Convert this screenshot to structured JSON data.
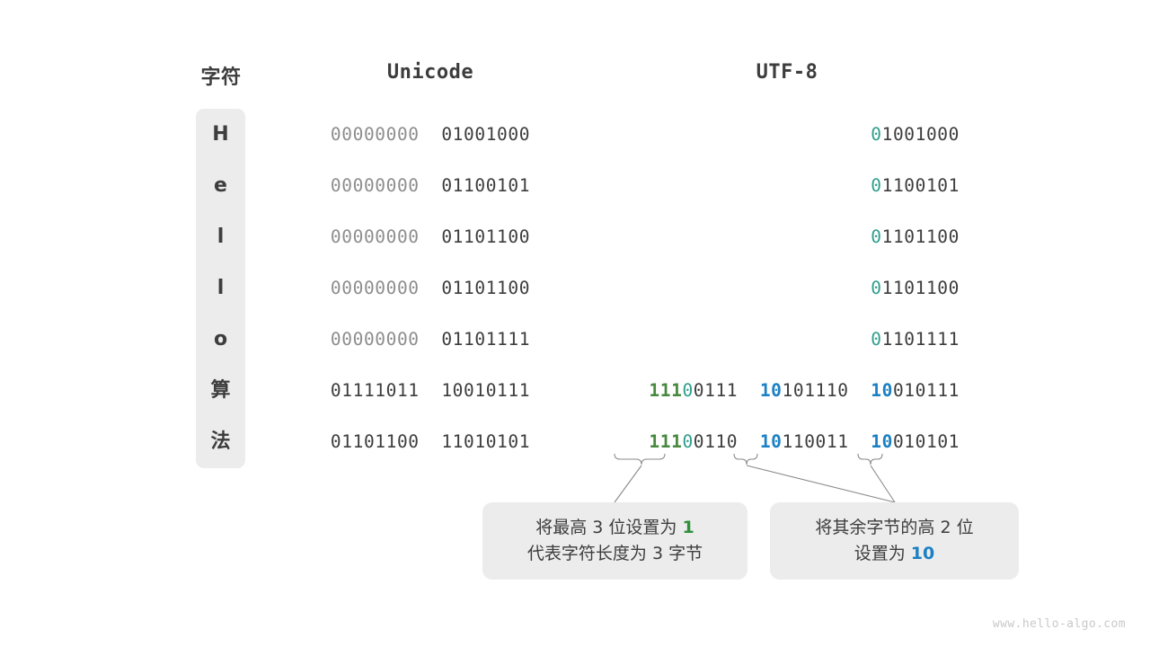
{
  "headers": {
    "character": "字符",
    "unicode": "Unicode",
    "utf8": "UTF-8"
  },
  "colors": {
    "dim": "#8d8d8d",
    "dark": "#3d3d3d",
    "teal": "#2f9e8d",
    "green": "#47883f",
    "blue": "#1b80c4",
    "pill_bg": "#ececec",
    "watermark": "#c9c9c9"
  },
  "rows": [
    {
      "char": "H",
      "unicode_high": "00000000",
      "unicode_low": "01001000",
      "utf8_bytes": [
        {
          "lead": "0",
          "lead_class": "teal",
          "rest": "1001000"
        }
      ]
    },
    {
      "char": "e",
      "unicode_high": "00000000",
      "unicode_low": "01100101",
      "utf8_bytes": [
        {
          "lead": "0",
          "lead_class": "teal",
          "rest": "1100101"
        }
      ]
    },
    {
      "char": "l",
      "unicode_high": "00000000",
      "unicode_low": "01101100",
      "utf8_bytes": [
        {
          "lead": "0",
          "lead_class": "teal",
          "rest": "1101100"
        }
      ]
    },
    {
      "char": "l",
      "unicode_high": "00000000",
      "unicode_low": "01101100",
      "utf8_bytes": [
        {
          "lead": "0",
          "lead_class": "teal",
          "rest": "1101100"
        }
      ]
    },
    {
      "char": "o",
      "unicode_high": "00000000",
      "unicode_low": "01101111",
      "utf8_bytes": [
        {
          "lead": "0",
          "lead_class": "teal",
          "rest": "1101111"
        }
      ]
    },
    {
      "char": "算",
      "unicode_high": "01111011",
      "unicode_low": "10010111",
      "utf8_bytes": [
        {
          "lead": "111",
          "lead_class": "green",
          "lead2": "0",
          "lead2_class": "teal",
          "rest": "0111"
        },
        {
          "lead": "10",
          "lead_class": "blue",
          "rest": "101110"
        },
        {
          "lead": "10",
          "lead_class": "blue",
          "rest": "010111"
        }
      ]
    },
    {
      "char": "法",
      "unicode_high": "01101100",
      "unicode_low": "11010101",
      "utf8_bytes": [
        {
          "lead": "111",
          "lead_class": "green",
          "lead2": "0",
          "lead2_class": "teal",
          "rest": "0110"
        },
        {
          "lead": "10",
          "lead_class": "blue",
          "rest": "110011"
        },
        {
          "lead": "10",
          "lead_class": "blue",
          "rest": "010101"
        }
      ]
    }
  ],
  "callouts": [
    {
      "line1_pre": "将最高 3 位设置为 ",
      "line1_hl": "1",
      "line1_post": "",
      "line2_pre": "代表字符长度为 3 字节",
      "line2_hl": "",
      "line2_post": ""
    },
    {
      "line1_pre": "将其余字节的高 2 位",
      "line1_hl": "",
      "line1_post": "",
      "line2_pre": "设置为 ",
      "line2_hl": "10",
      "line2_post": ""
    }
  ],
  "watermark": "www.hello-algo.com"
}
